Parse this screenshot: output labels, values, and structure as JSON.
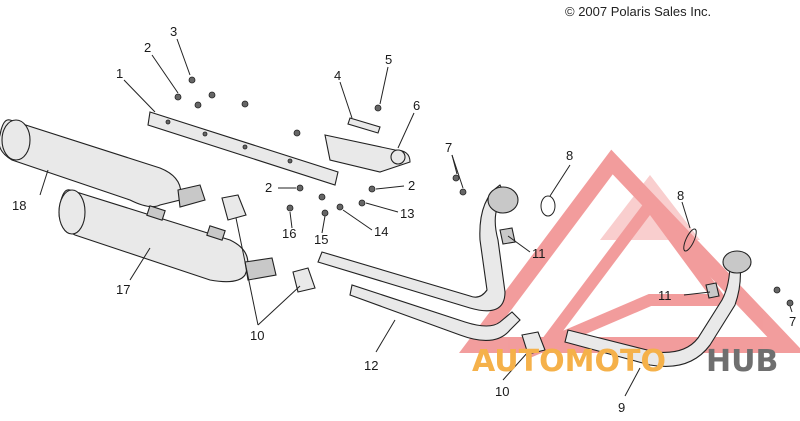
{
  "copyright": "© 2007 Polaris Sales Inc.",
  "watermark": {
    "text_orange": "AUTOMOTO",
    "text_gray": "HUB",
    "orange": "#f5b14a",
    "gray": "#6f6f6f",
    "logo_red": "#e84c4c"
  },
  "callouts": [
    {
      "id": "c1",
      "text": "1"
    },
    {
      "id": "c2a",
      "text": "2"
    },
    {
      "id": "c3",
      "text": "3"
    },
    {
      "id": "c4",
      "text": "4"
    },
    {
      "id": "c5",
      "text": "5"
    },
    {
      "id": "c6",
      "text": "6"
    },
    {
      "id": "c7a",
      "text": "7"
    },
    {
      "id": "c8a",
      "text": "8"
    },
    {
      "id": "c8b",
      "text": "8"
    },
    {
      "id": "c2b",
      "text": "2"
    },
    {
      "id": "c2c",
      "text": "2"
    },
    {
      "id": "c13",
      "text": "13"
    },
    {
      "id": "c14",
      "text": "14"
    },
    {
      "id": "c15",
      "text": "15"
    },
    {
      "id": "c16",
      "text": "16"
    },
    {
      "id": "c18",
      "text": "18"
    },
    {
      "id": "c17",
      "text": "17"
    },
    {
      "id": "c10a",
      "text": "10"
    },
    {
      "id": "c10b",
      "text": "10"
    },
    {
      "id": "c11a",
      "text": "11"
    },
    {
      "id": "c11b",
      "text": "11"
    },
    {
      "id": "c12",
      "text": "12"
    },
    {
      "id": "c9",
      "text": "9"
    },
    {
      "id": "c7b",
      "text": "7"
    }
  ]
}
